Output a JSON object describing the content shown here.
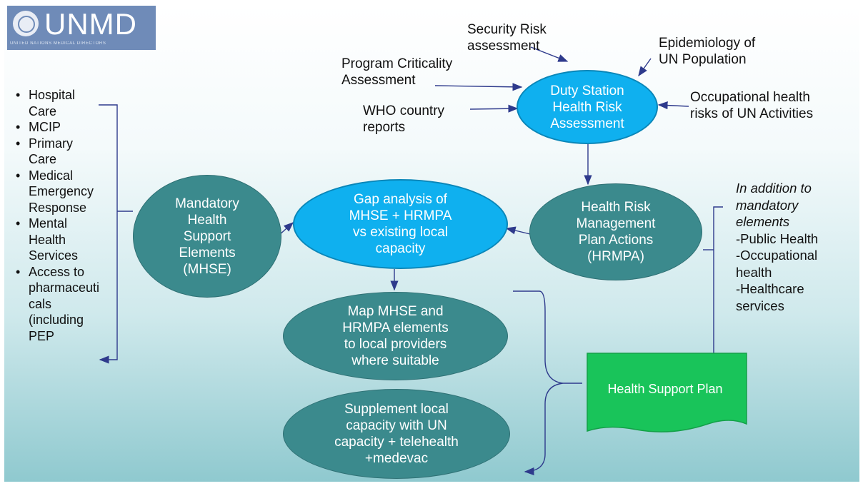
{
  "logo": {
    "name": "UNMD",
    "subtitle": "UNITED NATIONS MEDICAL DIRECTORS"
  },
  "inputs": {
    "security": "Security Risk\nassessment",
    "epidemiology": "Epidemiology of\nUN Population",
    "program": "Program Criticality\nAssessment",
    "who": "WHO country\nreports",
    "occupational": "Occupational health\nrisks of UN Activities"
  },
  "nodes": {
    "duty_station": "Duty Station\nHealth Risk\nAssessment",
    "hrmpa": "Health Risk\nManagement\nPlan Actions\n(HRMPA)",
    "gap": "Gap analysis of\nMHSE + HRMPA\nvs existing local\ncapacity",
    "mhse": "Mandatory\nHealth\nSupport\nElements\n(MHSE)",
    "map": "Map MHSE and\nHRMPA elements\nto local providers\nwhere suitable",
    "supplement": "Supplement local\ncapacity with UN\ncapacity + telehealth\n+medevac"
  },
  "mhse_items": [
    "Hospital\nCare",
    "MCIP",
    "Primary\nCare",
    "Medical\nEmergency\nResponse",
    "Mental\nHealth\nServices",
    "Access to\npharmaceuti\ncals\n(including\nPEP"
  ],
  "additional": {
    "heading": "In addition to\nmandatory\nelements",
    "items": [
      "-Public Health",
      "-Occupational\nhealth",
      "-Healthcare\nservices"
    ]
  },
  "output": {
    "label": "Health Support Plan"
  },
  "colors": {
    "teal": "#3b8a8d",
    "blue": "#0fb0ef",
    "green": "#19c45a",
    "arrow": "#2e3a8c"
  }
}
